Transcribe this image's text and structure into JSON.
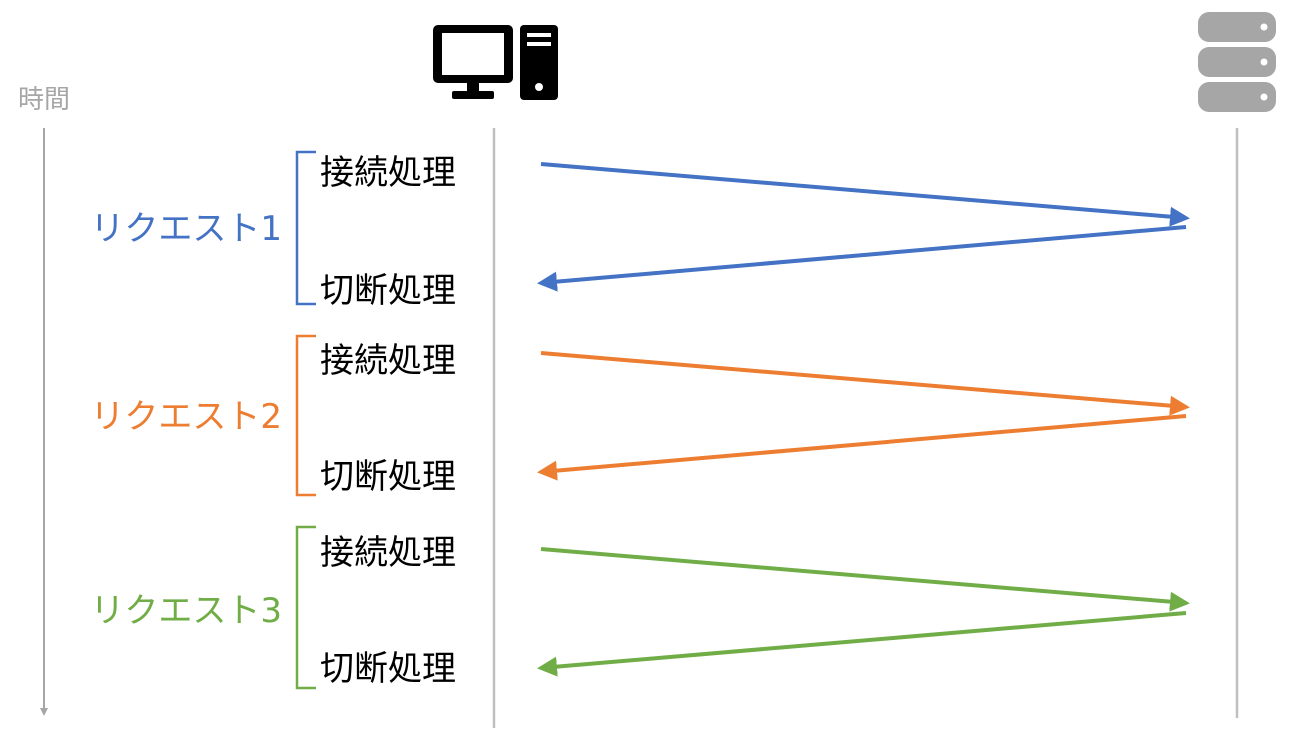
{
  "time_axis": {
    "label": "時間"
  },
  "colors": {
    "axis": "#a6a6a6",
    "lifeline": "#bfbfbf",
    "client_icon": "#000000",
    "server_icon": "#a6a6a6",
    "text": "#000000"
  },
  "client": {
    "icon": "desktop-computer-icon"
  },
  "server": {
    "icon": "database-server-icon"
  },
  "requests": [
    {
      "label": "リクエスト1",
      "color": "#4472c4",
      "connect_label": "接続処理",
      "disconnect_label": "切断処理"
    },
    {
      "label": "リクエスト2",
      "color": "#ed7d31",
      "connect_label": "接続処理",
      "disconnect_label": "切断処理"
    },
    {
      "label": "リクエスト3",
      "color": "#70ad47",
      "connect_label": "接続処理",
      "disconnect_label": "切断処理"
    }
  ]
}
